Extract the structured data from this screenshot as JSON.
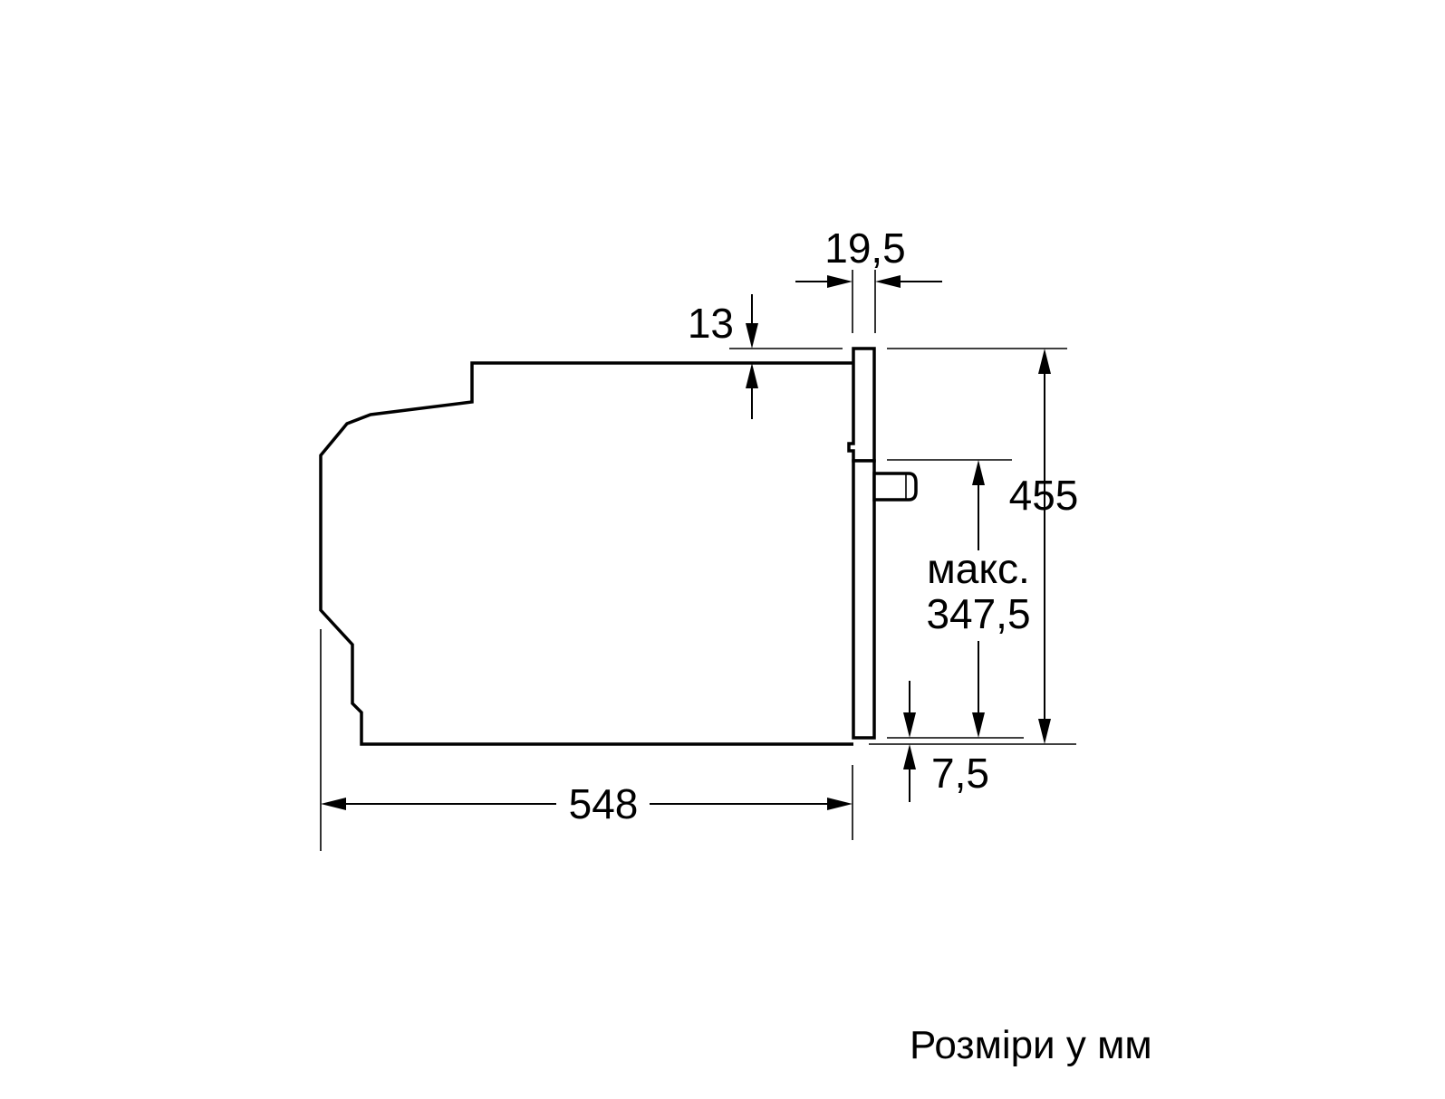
{
  "dimensions": {
    "depth": "548",
    "front_panel_thickness": "19,5",
    "top_offset": "13",
    "total_height": "455",
    "max_label": "макс.",
    "max_height": "347,5",
    "bottom_offset": "7,5"
  },
  "caption": "Розміри у мм",
  "colors": {
    "line": "#000000",
    "background": "#ffffff"
  }
}
